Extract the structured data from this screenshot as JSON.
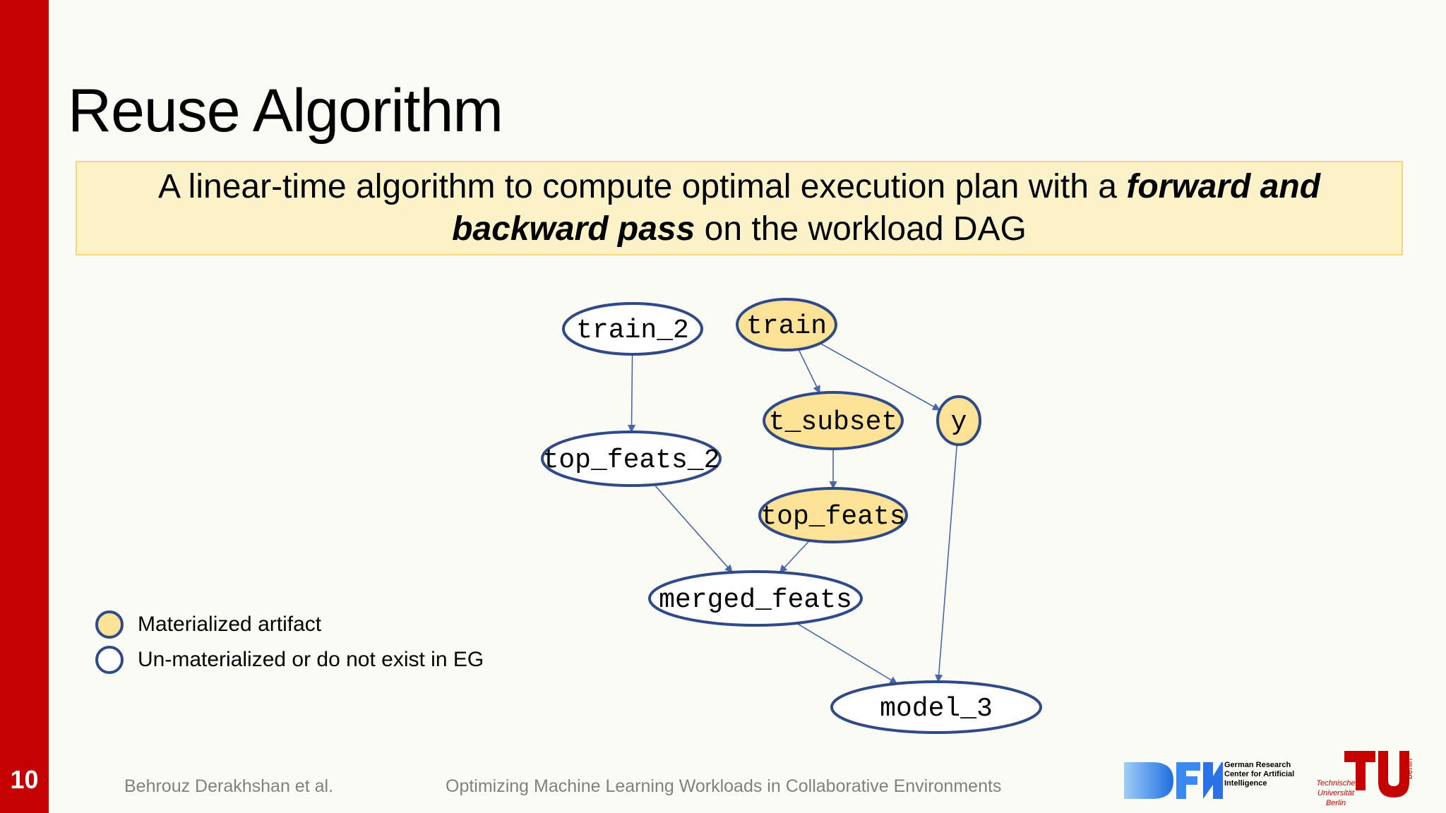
{
  "slide": {
    "number": "10",
    "title": "Reuse Algorithm",
    "highlight": {
      "before": "A linear-time algorithm to compute optimal execution plan with a ",
      "emphasis": "forward and backward pass",
      "after": " on the workload DAG"
    }
  },
  "diagram": {
    "nodes": [
      {
        "id": "train_2",
        "label": "train_2",
        "materialized": false
      },
      {
        "id": "train",
        "label": "train",
        "materialized": true
      },
      {
        "id": "t_subset",
        "label": "t_subset",
        "materialized": true
      },
      {
        "id": "y",
        "label": "y",
        "materialized": true
      },
      {
        "id": "top_feats_2",
        "label": "top_feats_2",
        "materialized": false
      },
      {
        "id": "top_feats",
        "label": "top_feats",
        "materialized": true
      },
      {
        "id": "merged_feats",
        "label": "merged_feats",
        "materialized": false
      },
      {
        "id": "model_3",
        "label": "model_3",
        "materialized": false
      }
    ],
    "edges": [
      [
        "train_2",
        "top_feats_2"
      ],
      [
        "train",
        "t_subset"
      ],
      [
        "train",
        "y"
      ],
      [
        "t_subset",
        "top_feats"
      ],
      [
        "top_feats_2",
        "merged_feats"
      ],
      [
        "top_feats",
        "merged_feats"
      ],
      [
        "merged_feats",
        "model_3"
      ],
      [
        "y",
        "model_3"
      ]
    ],
    "colors": {
      "materialized_fill": "#fce296",
      "unmaterialized_fill": "#ffffff",
      "stroke": "#2f4a86",
      "edge": "#4a66a8"
    }
  },
  "legend": [
    {
      "label": "Materialized artifact",
      "color": "#fce296"
    },
    {
      "label": "Un-materialized or do not exist in EG",
      "color": "#ffffff"
    }
  ],
  "footer": {
    "author": "Behrouz Derakhshan et al.",
    "title": "Optimizing Machine Learning Workloads in Collaborative Environments",
    "dfki_text": "German Research Center for Artificial Intelligence",
    "tu_text": "Technische Universität Berlin",
    "tu_side": "berlin"
  },
  "colors": {
    "accent_red": "#c40000",
    "highlight_bg": "#fcf2c9",
    "highlight_border": "#f2d77e",
    "dfki_blue": "#2f86e8"
  }
}
